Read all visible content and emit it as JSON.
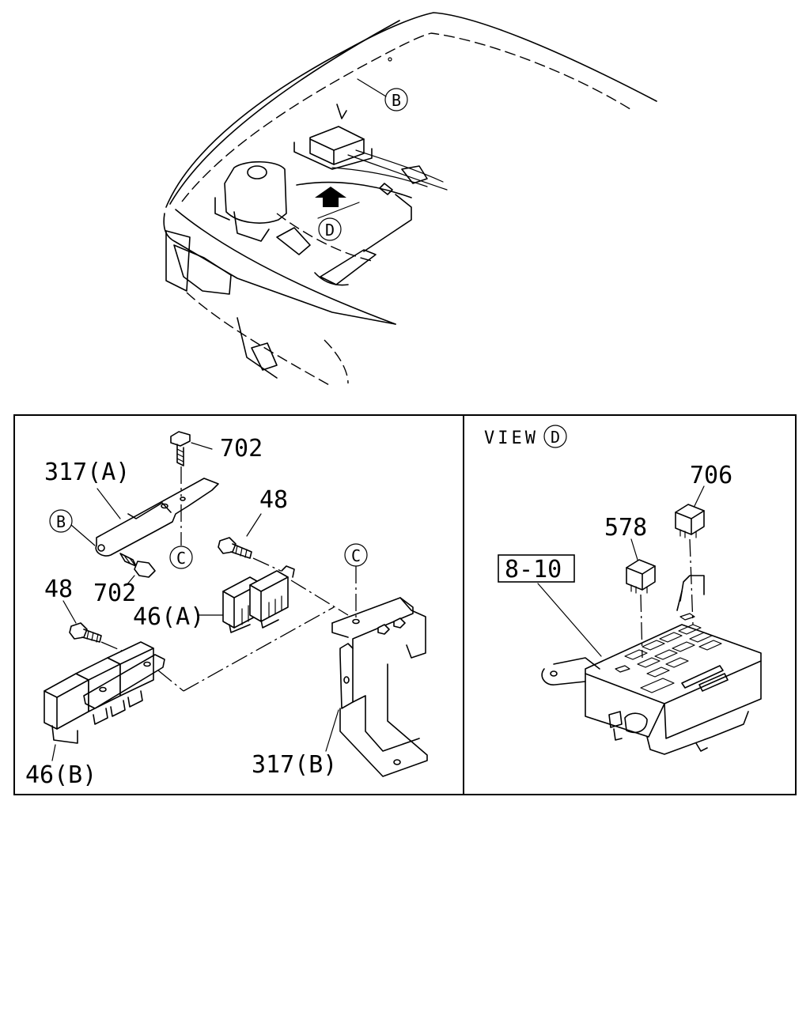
{
  "callouts": {
    "b_top": "B",
    "d_top": "D",
    "b_left": "B",
    "c_upper": "C",
    "c_right": "C",
    "d_view": "D"
  },
  "labels": {
    "p702_top": "702",
    "p317a": "317(A)",
    "p48_mid": "48",
    "p702_bottom": "702",
    "p48_left": "48",
    "p46a": "46(A)",
    "p46b": "46(B)",
    "p317b": "317(B)",
    "view": "VIEW",
    "p706": "706",
    "p578": "578",
    "p8_10": "8-10"
  }
}
